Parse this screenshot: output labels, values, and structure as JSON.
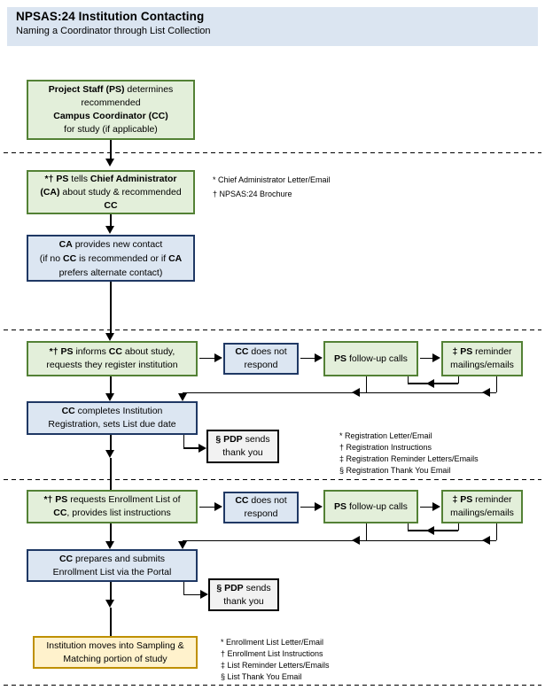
{
  "header": {
    "title": "NPSAS:24 Institution Contacting",
    "subtitle": "Naming a Coordinator through List Collection"
  },
  "boxes": {
    "ps_determines": [
      "**Project Staff (PS)** determines",
      "recommended",
      "**Campus Coordinator (CC)**",
      "for study (if applicable)"
    ],
    "ps_tells_ca": [
      "***†** **PS** tells **Chief Administrator**",
      "**(CA)** about study & recommended",
      "**CC**"
    ],
    "ca_provides": [
      "**CA** provides new contact",
      "(if no **CC** is recommended or if **CA**",
      "prefers alternate contact)"
    ],
    "ps_informs": [
      "***†** **PS** informs **CC** about study,",
      "requests they register institution"
    ],
    "cc_no_respond": [
      "**CC** does not",
      "respond"
    ],
    "ps_followup": [
      "**PS** follow-up calls"
    ],
    "ps_reminder": [
      "**‡ PS** reminder",
      "mailings/emails"
    ],
    "cc_completes": [
      "**CC** completes Institution",
      "Registration, sets List due date"
    ],
    "pdp_thanks": [
      "**§ PDP** sends",
      "thank you"
    ],
    "ps_requests_list": [
      "***†** **PS** requests Enrollment List of",
      "**CC**, provides list instructions"
    ],
    "cc_prepares": [
      "**CC** prepares and submits",
      "Enrollment List via the Portal"
    ],
    "sampling": [
      "Institution moves into Sampling &",
      "Matching portion of study"
    ]
  },
  "notes": {
    "admin": [
      "* Chief Administrator Letter/Email",
      "† NPSAS:24 Brochure"
    ],
    "registration": [
      "* Registration Letter/Email",
      "† Registration Instructions",
      "‡ Registration Reminder Letters/Emails",
      "§ Registration Thank You Email"
    ],
    "enrollment": [
      "* Enrollment List Letter/Email",
      "† Enrollment List Instructions",
      "‡ List Reminder Letters/Emails",
      "§ List Thank You Email"
    ]
  },
  "colors": {
    "header_band": "#dbe5f1",
    "green_fill": "#e3efda",
    "green_border": "#538135",
    "blue_fill": "#dce6f2",
    "blue_border": "#1f3864",
    "gray_fill": "#f2f2f2",
    "gray_border": "#000000",
    "orange_fill": "#fff2cc",
    "orange_border": "#bf9000"
  }
}
